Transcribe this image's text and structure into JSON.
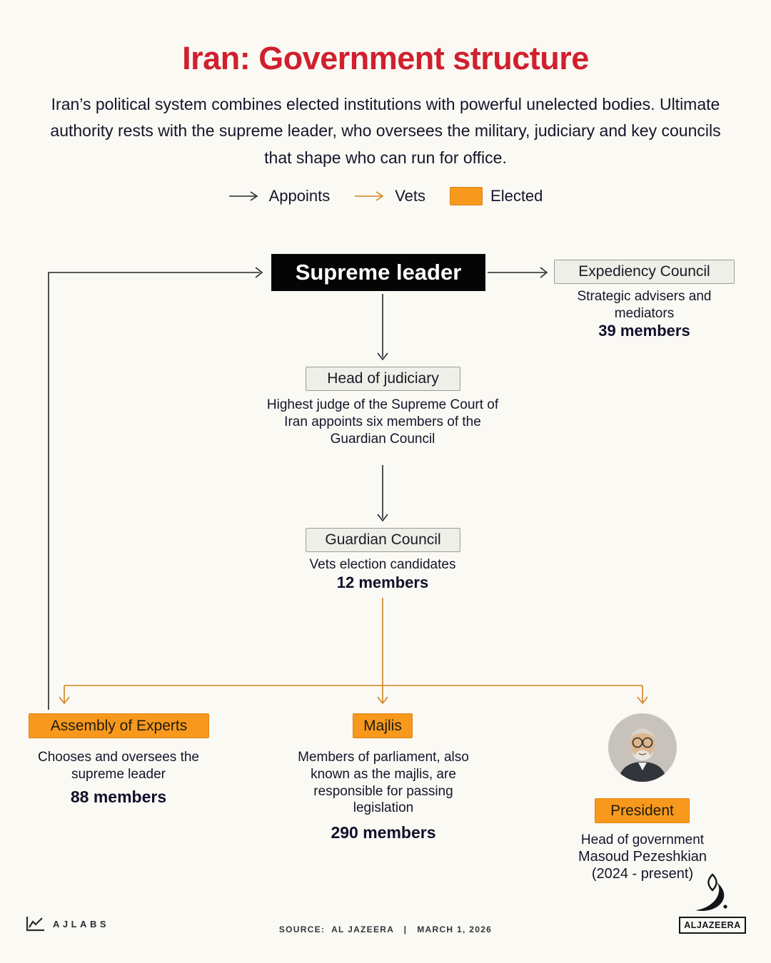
{
  "colors": {
    "title_red": "#d0202e",
    "elected_orange": "#f8991d",
    "vets_arrow_orange": "#d2821e",
    "appoints_arrow_black": "#26262b",
    "unelected_box_bg": "#edefe8",
    "background": "#fbf9f4"
  },
  "header": {
    "title": "Iran: Government structure",
    "subtitle": "Iran’s political system combines elected institutions with powerful unelected bodies. Ultimate authority rests with the supreme leader, who oversees the military, judiciary and key councils that shape who can run for office."
  },
  "legend": {
    "appoints_label": "Appoints",
    "vets_label": "Vets",
    "elected_label": "Elected"
  },
  "diagram": {
    "supreme_leader": {
      "label": "Supreme leader"
    },
    "expediency_council": {
      "label": "Expediency Council",
      "description": "Strategic advisers and mediators",
      "members": "39 members"
    },
    "head_of_judiciary": {
      "label": "Head of judiciary",
      "description": "Highest judge of the Supreme Court of Iran appoints six members of the Guardian Council"
    },
    "guardian_council": {
      "label": "Guardian Council",
      "description": "Vets election candidates",
      "members": "12 members"
    },
    "assembly_of_experts": {
      "label": "Assembly of Experts",
      "description": "Chooses and oversees the supreme leader",
      "members": "88 members"
    },
    "majlis": {
      "label": "Majlis",
      "description": "Members of parliament, also known as the majlis, are responsible for passing legislation",
      "members": "290 members"
    },
    "president": {
      "label": "President",
      "description": "Head of government",
      "name": "Masoud Pezeshkian",
      "term": "(2024 - present)"
    }
  },
  "footer": {
    "ajlabs_label": "AJLABS",
    "source_line": "SOURCE:  AL JAZEERA   |   MARCH 1, 2026",
    "brand_label": "ALJAZEERA"
  }
}
